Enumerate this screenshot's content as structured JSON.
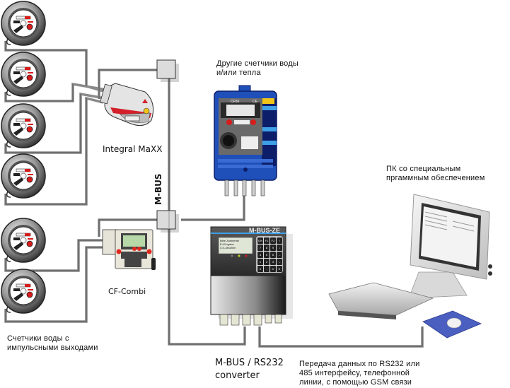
{
  "title": "M-BUS water/heat meter data collection scheme",
  "labels": {
    "integral_maxx": "Integral MaXX",
    "cf_combi": "CF-Combi",
    "other_meters_line1": "Другие счетчики воды",
    "other_meters_line2": "и/или тепла",
    "pulse_meters_line1": "Счетчики воды с",
    "pulse_meters_line2": "импульсными выходами",
    "pc_line1": "ПК со специальным",
    "pc_line2": "пргаммным обеспечением",
    "converter_line1": "M-BUS / RS232",
    "converter_line2": "converter",
    "transfer_line1": "Передача данных по RS232 или",
    "transfer_line2": "485 интерфейсу, телефонной",
    "transfer_line3": "линии, с помощью GSM связи",
    "bus": "M-BUS"
  },
  "devices": {
    "cf50_model": "CF50",
    "cf50_ce": "CE",
    "mbus_ze_title": "M-BUS-ZE",
    "mbus_ze_display_line1": "Bitte Zaehlerfel",
    "mbus_ze_display_line2": "E=Eingabe",
    "mbus_ze_display_line3": "C=Loeschen",
    "keypad": [
      "ON",
      "F1",
      "F2",
      "↑",
      "7",
      "8",
      "9",
      "↓",
      "4",
      "5",
      "6",
      "←",
      "1",
      "2",
      "3",
      "→",
      "0",
      ".",
      "C",
      "E"
    ]
  },
  "meters": {
    "count": 6,
    "group_integral_maxx": 4,
    "group_cf_combi": 2
  },
  "colors": {
    "wire": "#8a8a8a",
    "wire_dark": "#555555",
    "cf50_blue": "#1f4fb8",
    "cf50_dark": "#0c1e6a",
    "integral_red": "#d4202a",
    "mousepad": "#4a5fc0"
  }
}
